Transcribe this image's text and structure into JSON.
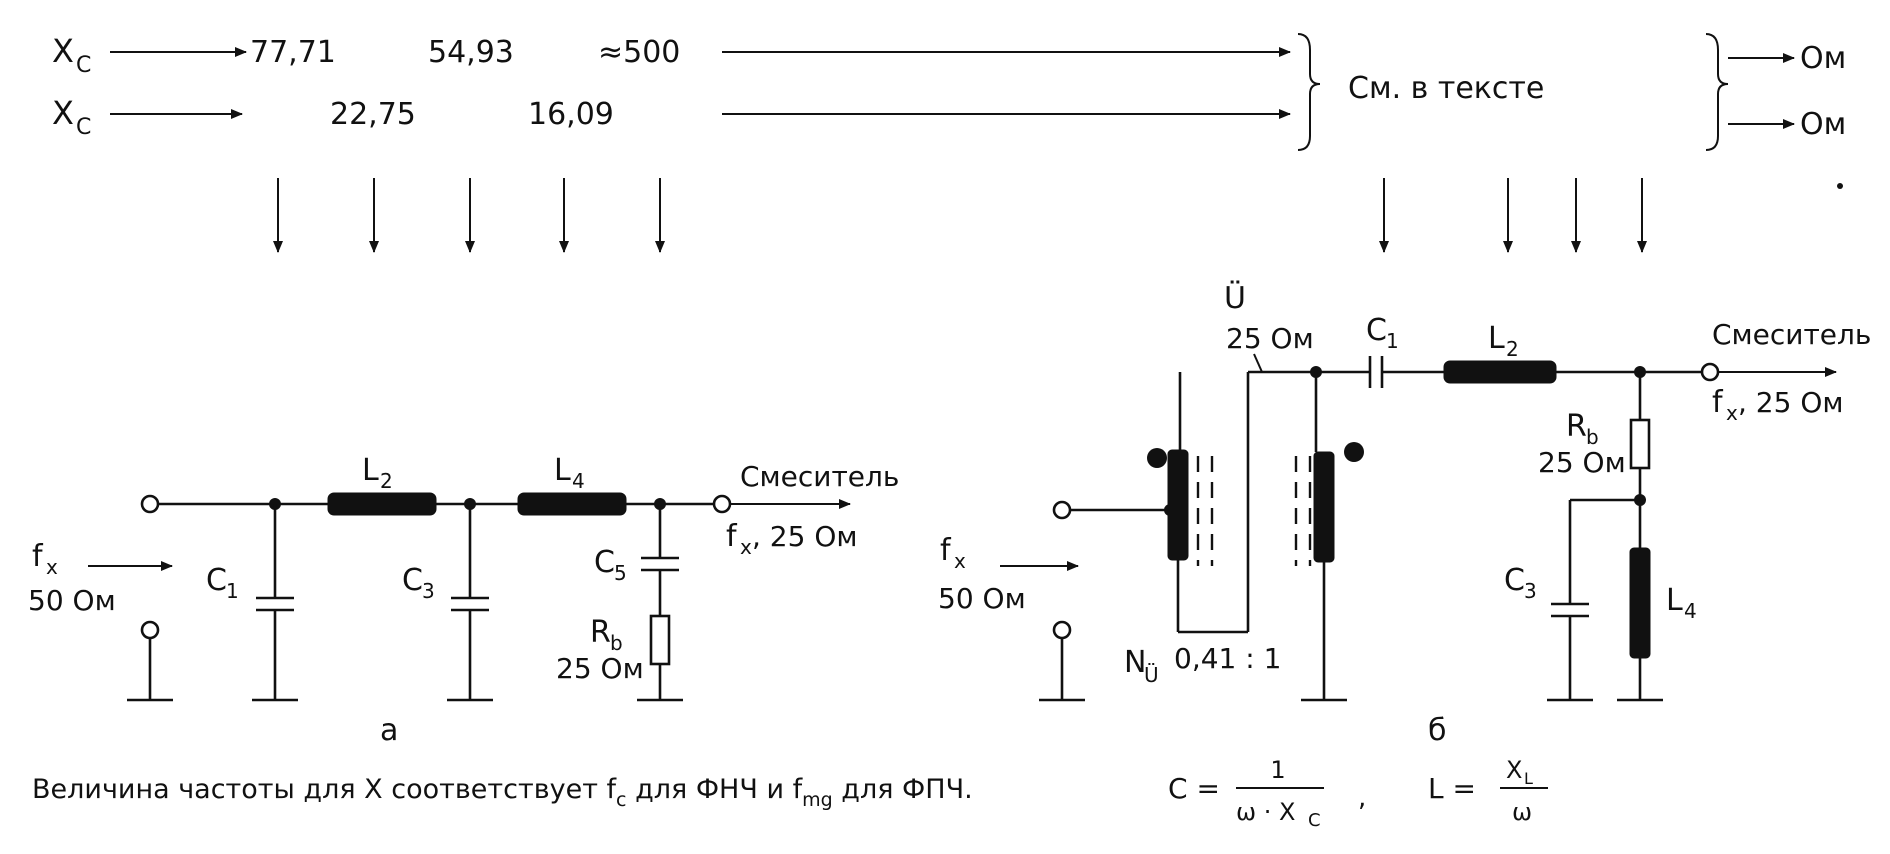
{
  "header": {
    "row1": {
      "symbol": "X",
      "sub": "C",
      "v1": "77,71",
      "v2": "54,93",
      "v3": "≈500",
      "unit": "Ом"
    },
    "row2": {
      "symbol": "X",
      "sub": "C",
      "v1": "22,75",
      "v2": "16,09",
      "unit": "Ом"
    },
    "brace_text": "См.  в  тексте"
  },
  "circuit_a": {
    "caption": "а",
    "input_f": "f",
    "input_f_sub": "x",
    "input_imp": "50 Ом",
    "C1": "C",
    "C1_sub": "1",
    "L2": "L",
    "L2_sub": "2",
    "C3": "C",
    "C3_sub": "3",
    "L4": "L",
    "L4_sub": "4",
    "C5": "C",
    "C5_sub": "5",
    "Rb": "R",
    "Rb_sub": "b",
    "Rb_val": "25 Ом",
    "mixer": "Смеситель",
    "out_f": "f",
    "out_f_sub": "x",
    "out_imp": ",  25 Ом"
  },
  "circuit_b": {
    "caption": "б",
    "input_f": "f",
    "input_f_sub": "x",
    "input_imp": "50 Ом",
    "U_label": "Ü",
    "U_imp": "25 Ом",
    "C1": "C",
    "C1_sub": "1",
    "L2": "L",
    "L2_sub": "2",
    "mixer": "Смеситель",
    "out_f": "f",
    "out_f_sub": "x",
    "out_imp": ",  25 Ом",
    "Rb": "R",
    "Rb_sub": "b",
    "Rb_val": "25 Ом",
    "C3": "C",
    "C3_sub": "3",
    "L4": "L",
    "L4_sub": "4",
    "ratio_N": "N",
    "ratio_sub": "Ü",
    "ratio": "0,41 : 1"
  },
  "footer": {
    "text1": "Величина частоты  для  X соответствует ",
    "fc": "f",
    "fc_sub": "c",
    "text2": " для ФНЧ и ",
    "fmg": "f",
    "fmg_sub": "mg",
    "text3": " для ФПЧ.",
    "C_formula_lhs": "C =",
    "C_num": "1",
    "C_den": "ω · X",
    "C_den_sub": "C",
    "comma": ",",
    "L_formula_lhs": "L =",
    "L_num": "X",
    "L_num_sub": "L",
    "L_den": "ω"
  }
}
